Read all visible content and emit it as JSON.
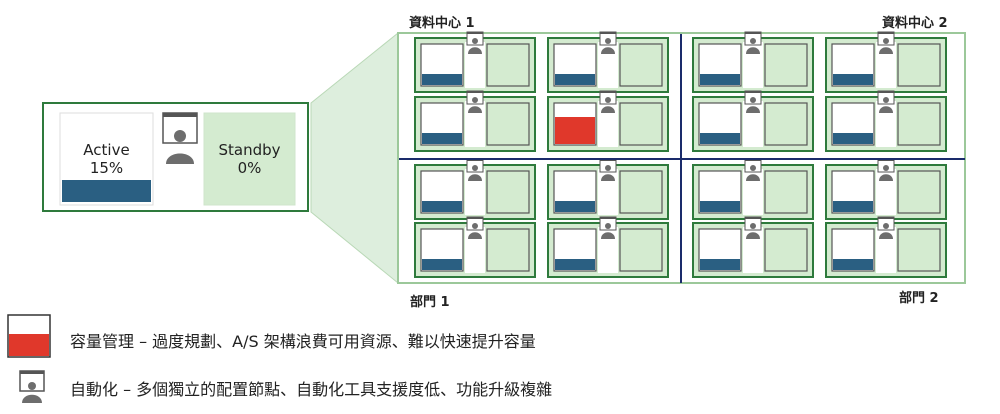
{
  "datacenters": [
    {
      "label": "資料中心 1"
    },
    {
      "label": "資料中心 2"
    }
  ],
  "departments": [
    {
      "label": "部門 1"
    },
    {
      "label": "部門 2"
    }
  ],
  "detail_node": {
    "active_label": "Active",
    "active_value": "15%",
    "standby_label": "Standby",
    "standby_value": "0%",
    "active_fill_fraction": 0.15
  },
  "legend": [
    {
      "icon": "capacity-bar-icon",
      "text": "容量管理 – 過度規劃、A/S 架構浪費可用資源、難以快速提升容量"
    },
    {
      "icon": "node-admin-icon",
      "text": "自動化 – 多個獨立的配置節點、自動化工具支援度低、功能升級複雜"
    }
  ],
  "colors": {
    "green_border": "#2e7a3c",
    "green_fill": "#d4ebd0",
    "grid_border": "#9cc89a",
    "active_fill": "#2a5f82",
    "alert_fill": "#e0382b",
    "divider": "#1a2b6b",
    "person": "#6d6d6d"
  },
  "node_grid": [
    {
      "alert": false
    },
    {
      "alert": false
    },
    {
      "alert": false
    },
    {
      "alert": false
    },
    {
      "alert": false
    },
    {
      "alert": true
    },
    {
      "alert": false
    },
    {
      "alert": false
    },
    {
      "alert": false
    },
    {
      "alert": false
    },
    {
      "alert": false
    },
    {
      "alert": false
    },
    {
      "alert": false
    },
    {
      "alert": false
    },
    {
      "alert": false
    },
    {
      "alert": false
    }
  ]
}
